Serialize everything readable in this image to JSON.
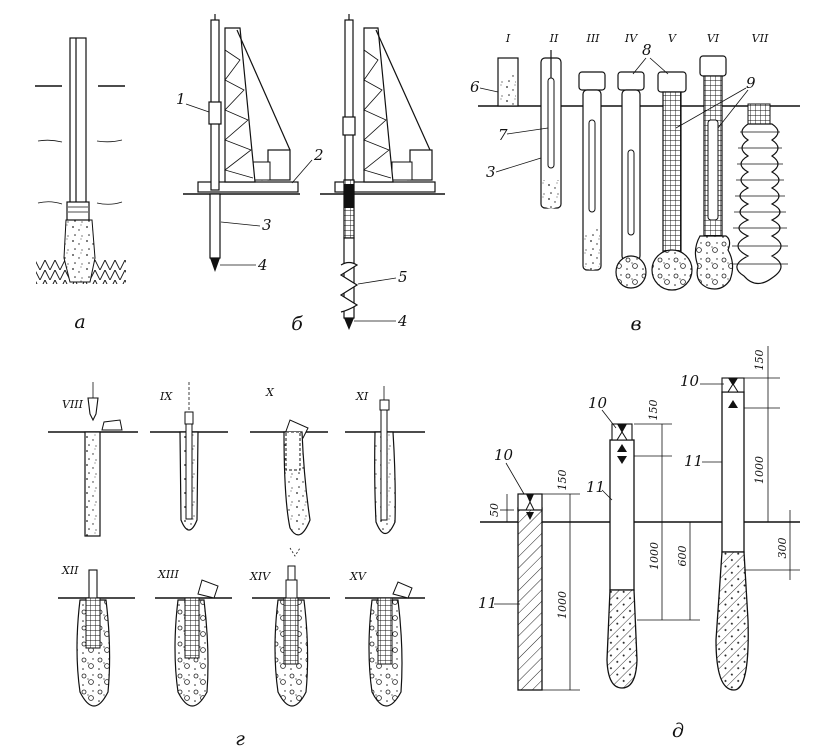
{
  "panels": {
    "a": {
      "caption": "а"
    },
    "b": {
      "caption": "б",
      "callouts": [
        "1",
        "2",
        "3",
        "4",
        "5",
        "4"
      ]
    },
    "v": {
      "caption": "в",
      "stages": [
        "I",
        "II",
        "III",
        "IV",
        "V",
        "VI",
        "VII"
      ],
      "callouts": [
        "6",
        "7",
        "3",
        "8",
        "9"
      ]
    },
    "g": {
      "caption": "г",
      "stages": [
        "VIII",
        "IX",
        "X",
        "XI",
        "XII",
        "XIII",
        "XIV",
        "XV"
      ]
    },
    "d": {
      "caption": "д",
      "callouts": [
        "10",
        "10",
        "10",
        "11",
        "11",
        "11"
      ],
      "dimensions": {
        "p1_top": "50",
        "p1_head": "150",
        "p1_depth": "1000",
        "p2_head": "150",
        "p2_rise": "1000",
        "p2_depth": "600",
        "p3_head": "150",
        "p3_rise": "1000",
        "p3_depth": "300"
      }
    }
  }
}
